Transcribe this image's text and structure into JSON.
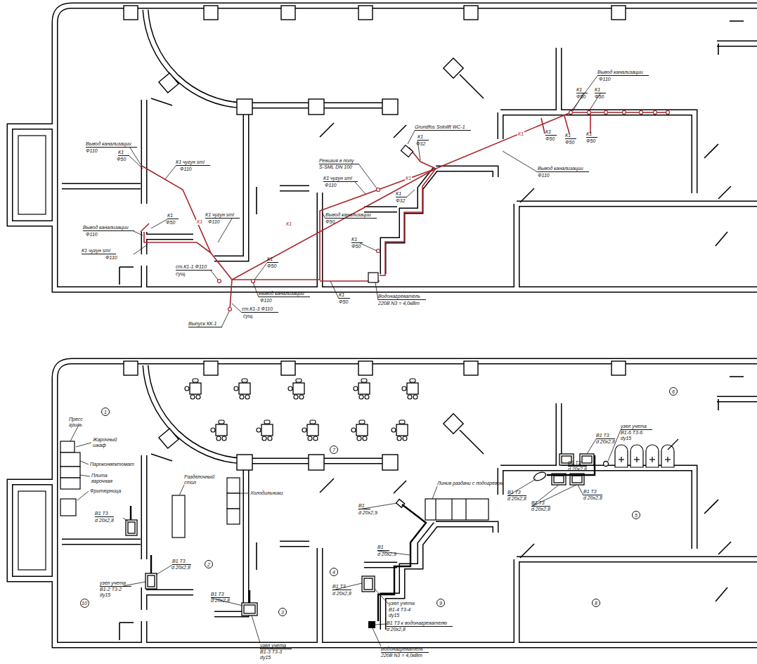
{
  "diagram": {
    "nodes": [
      {
        "text": [
          "6"
        ]
      },
      {
        "text": [
          "1"
        ]
      },
      {
        "text": [
          "7"
        ]
      },
      {
        "text": [
          "5"
        ]
      },
      {
        "text": [
          "2"
        ]
      },
      {
        "text": [
          "4"
        ]
      },
      {
        "text": [
          "10"
        ]
      },
      {
        "text": [
          "9"
        ]
      },
      {
        "text": [
          "8"
        ]
      },
      {
        "text": [
          "3"
        ]
      }
    ],
    "labels": [
      "Вывод канализации",
      "Ф110",
      "К1",
      "Ф50",
      "К1 чугун sml",
      "Ф110",
      "К1",
      "Ф50",
      "Вывод канализации",
      "Ф110",
      "К1 чугун sml",
      "Ф110",
      "К1 чугун sml",
      "Ф110",
      "ст.К1-1  Ф110",
      "сущ.",
      "К1",
      "Ф50",
      "Вывод канализации",
      "Ф110",
      "ст.К1-3  Ф110",
      "сущ.",
      "Выпуск КК-1",
      "Ревизия в полу",
      "S-SML DN 100",
      "К1 чугун sml",
      "Ф110",
      "Вывод канализации",
      "Ф50",
      "К1",
      "Ф32",
      "Grundfos Sololift WC-1",
      "К1",
      "Ф32",
      "К1",
      "Ф50",
      "К1",
      "Ф50",
      "Водонагреватель",
      "220В N3 = 4,0кВт",
      "Вывод канализации",
      "Ф110",
      "К1",
      "Ф50",
      "К1",
      "Ф50",
      "К1",
      "Ф50",
      "К1",
      "Ф50",
      "К1",
      "Ф50",
      "Вывод канализации",
      "Ф110",
      "К1",
      "К1",
      "К1",
      "К1",
      "Пресс",
      "гриль",
      "Жарочный",
      "шкаф",
      "Пароконвектомат",
      "Плита",
      "варочная",
      "Фритюрница",
      "В1 Т3",
      "d 20х2,8",
      "Разделочный",
      "стол",
      "Холодильники",
      "В1 Т3",
      "d 20х2,8",
      "узел учета",
      "В1-2 Т3-2",
      "dy15",
      "В1 Т3",
      "d 20х2,8",
      "узел учета",
      "В1-3 Т3-3",
      "dy15",
      "Линия раздачи с подогревом",
      "В1",
      "d 20х2,9",
      "В1",
      "d 20х2,9",
      "В1 Т3",
      "d 20х2,8",
      "узел учета",
      "В1-4 Т3-4",
      "dy15",
      "В1 Т3 к водонагревателю",
      "d 20х2,8",
      "Водонагреватель",
      "220В N3 = 4,0кВт",
      "В1 Т3",
      "d 20х2,8",
      "В1 Т3",
      "d 20х2,8",
      "В1 Т3",
      "d 20х2,8",
      "В1 Т3",
      "d 20х2,8",
      "узел учета",
      "В1-6 Т3-6",
      "dy15",
      "В1 Т3",
      "d 20х2,8"
    ]
  }
}
